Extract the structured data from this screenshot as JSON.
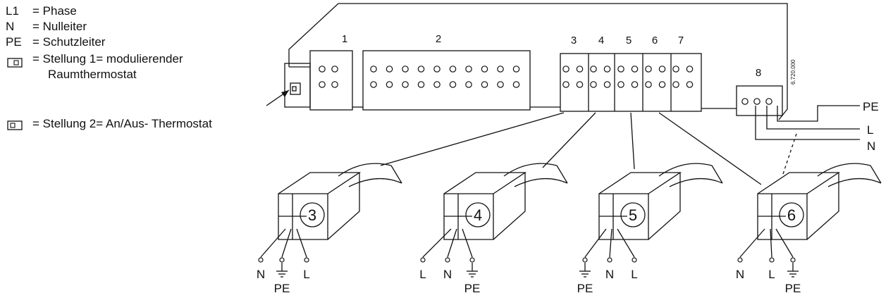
{
  "legend": {
    "rows": [
      {
        "key": "L1",
        "value": "= Phase"
      },
      {
        "key": "N",
        "value": "= Nulleiter"
      },
      {
        "key": "PE",
        "value": "= Schutzleiter"
      },
      {
        "key": "",
        "value": "= Stellung 1= modulierender",
        "cont": "Raumthermostat"
      },
      {
        "key": "",
        "value": "= Stellung 2= An/Aus- Thermostat"
      }
    ]
  },
  "terminals": {
    "t1": "1",
    "t2": "2",
    "t3": "3",
    "t4": "4",
    "t5": "5",
    "t6": "6",
    "t7": "7",
    "t8": "8"
  },
  "mains": {
    "pe": "PE",
    "l": "L",
    "n": "N"
  },
  "serial": "6.720.000",
  "connectors": [
    {
      "number": "3",
      "wires": [
        "N",
        "PE",
        "L"
      ]
    },
    {
      "number": "4",
      "wires": [
        "L",
        "N",
        "PE"
      ]
    },
    {
      "number": "5",
      "wires": [
        "PE",
        "N",
        "L"
      ]
    },
    {
      "number": "6",
      "wires": [
        "N",
        "L",
        "PE"
      ]
    }
  ]
}
